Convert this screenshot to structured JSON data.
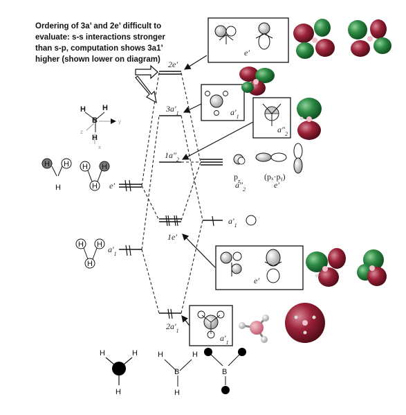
{
  "note": {
    "lines": [
      "Ordering of 3a’ and 2e’ difficult to",
      "evaluate: s-s interactions stronger",
      "than s-p, computation shows 3a1’",
      "higher (shown lower on diagram)"
    ]
  },
  "levels": {
    "e2": "2e′",
    "a3": "3a′",
    "a3_sub": "1",
    "a2pp": "1a″",
    "a2pp_sub": "2",
    "e1": "1e′",
    "a2": "2a′",
    "a2_sub": "1"
  },
  "left_labels": {
    "e_prime": "e′",
    "a1_prime": "a′",
    "a1_sub": "1"
  },
  "right_labels": {
    "a1_prime": "a′",
    "a1_sub": "1",
    "pz": "p",
    "pz_sub": "z",
    "a2pp": "a″",
    "a2pp_sub": "2",
    "pxpy": "(pₓ·pᵧ)",
    "e_prime": "e′"
  },
  "box_labels": {
    "top_e": "e′",
    "a1": "a′",
    "a1_sub": "1",
    "a2pp": "a″",
    "a2pp_sub": "2",
    "e_lower": "e′",
    "a1_bottom": "a′",
    "a1_bottom_sub": "1"
  },
  "atoms": {
    "H": "H",
    "B": "B",
    "y": "y",
    "x": "x",
    "z": "z"
  },
  "colors": {
    "lobe_green": "#1f7a33",
    "lobe_red": "#8b1a2b",
    "atom_dark": "#000000",
    "line": "#111111",
    "dashed": "#222222"
  }
}
